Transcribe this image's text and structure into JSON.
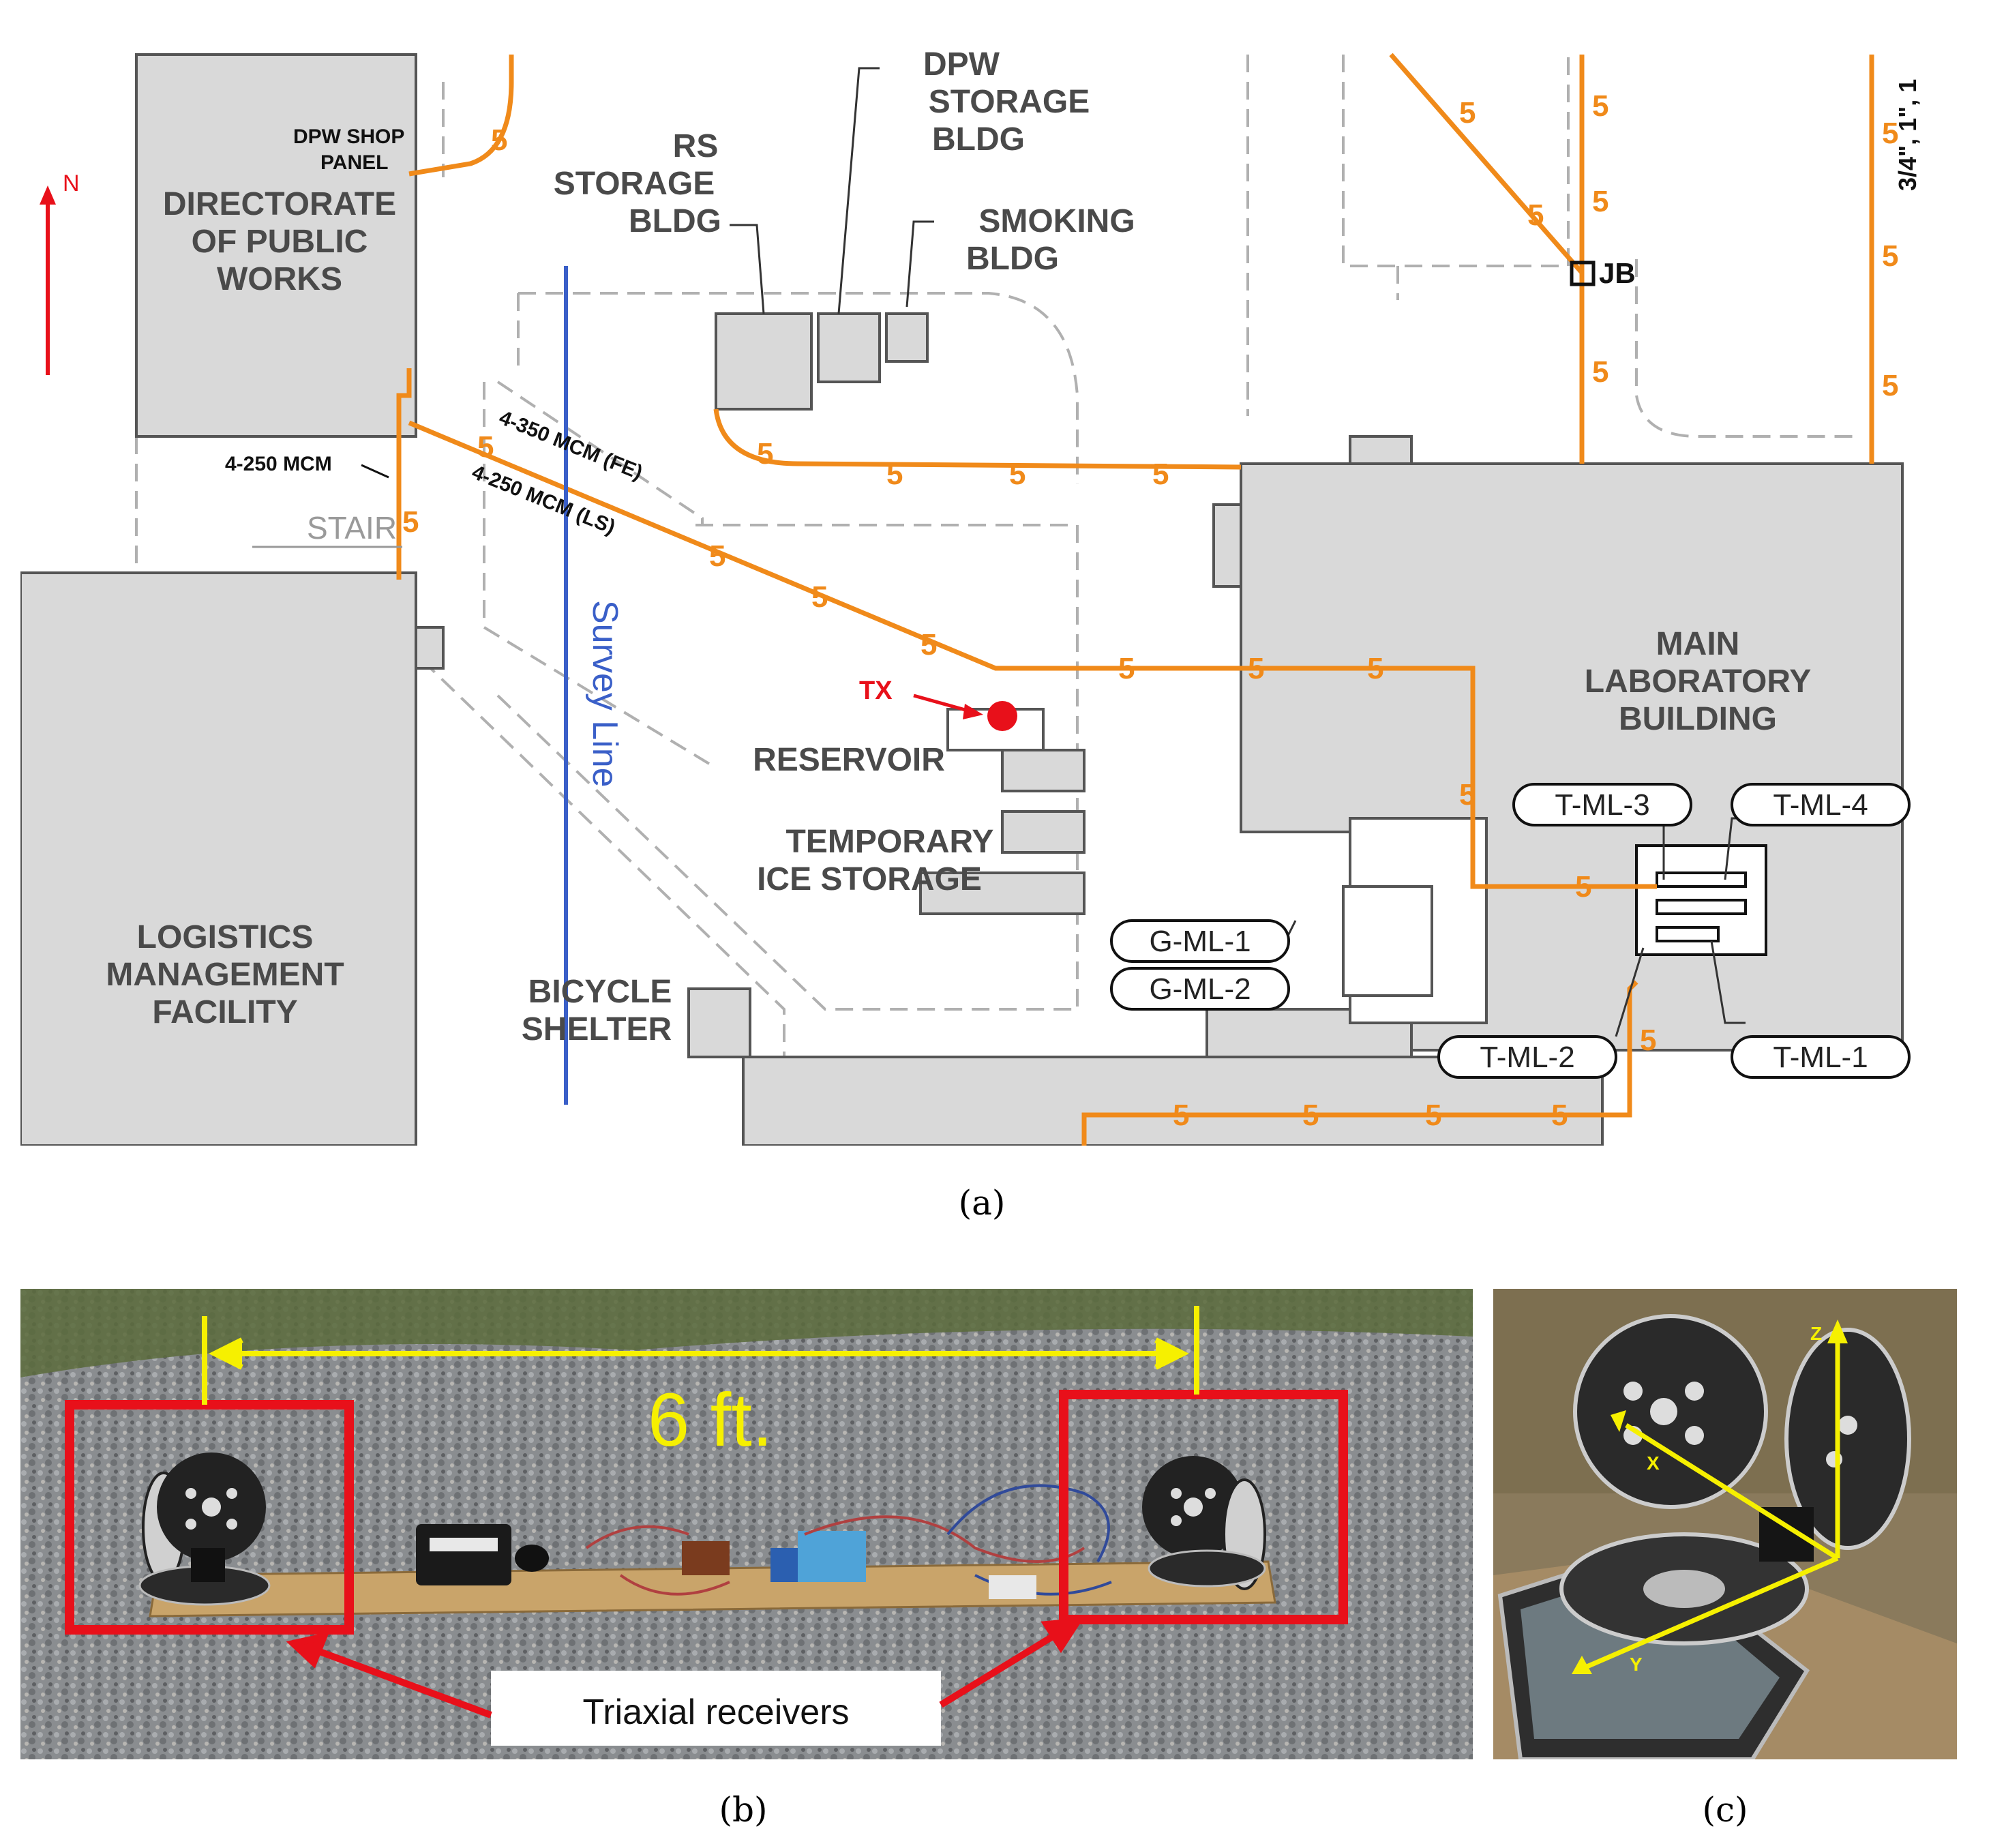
{
  "figure": {
    "captions": {
      "a": "(a)",
      "b": "(b)",
      "c": "(c)"
    }
  },
  "map": {
    "north_label": "N",
    "buildings": {
      "dpw": [
        "DIRECTORATE",
        "OF PUBLIC",
        "WORKS"
      ],
      "logistics": [
        "LOGISTICS",
        "MANAGEMENT",
        "FACILITY"
      ],
      "rs_storage": [
        "RS",
        "STORAGE",
        "BLDG"
      ],
      "dpw_storage": [
        "DPW",
        "STORAGE",
        "BLDG"
      ],
      "smoking": [
        "SMOKING",
        "BLDG"
      ],
      "main_lab": [
        "MAIN",
        "LABORATORY",
        "BUILDING"
      ],
      "reservoir": "RESERVOIR",
      "ice_storage": [
        "TEMPORARY",
        "ICE STORAGE"
      ],
      "bicycle": [
        "BICYCLE",
        "SHELTER"
      ],
      "stair": "STAIR"
    },
    "dpw_shop_panel": [
      "DPW SHOP",
      "PANEL"
    ],
    "cables": [
      "4-250 MCM",
      "4-350 MCM (FE)",
      "4-250 MCM (LS)"
    ],
    "conduit_note": "3/4\", 1\", 1",
    "jb_label": "JB",
    "survey_line_label": "Survey Line",
    "tx_label": "TX",
    "segment_number": "5",
    "transformer_tags": [
      "T-ML-3",
      "T-ML-4",
      "G-ML-1",
      "G-ML-2",
      "T-ML-2",
      "T-ML-1"
    ],
    "colors": {
      "utility_line": "#f08a1a",
      "survey_line": "#3a5fc8",
      "tx_marker": "#e8101a",
      "building": "#d9d9d9"
    }
  },
  "photo_b": {
    "distance_label": "6 ft.",
    "callout_label": "Triaxial receivers"
  },
  "photo_c": {
    "axes": [
      "Z",
      "X",
      "Y"
    ]
  }
}
